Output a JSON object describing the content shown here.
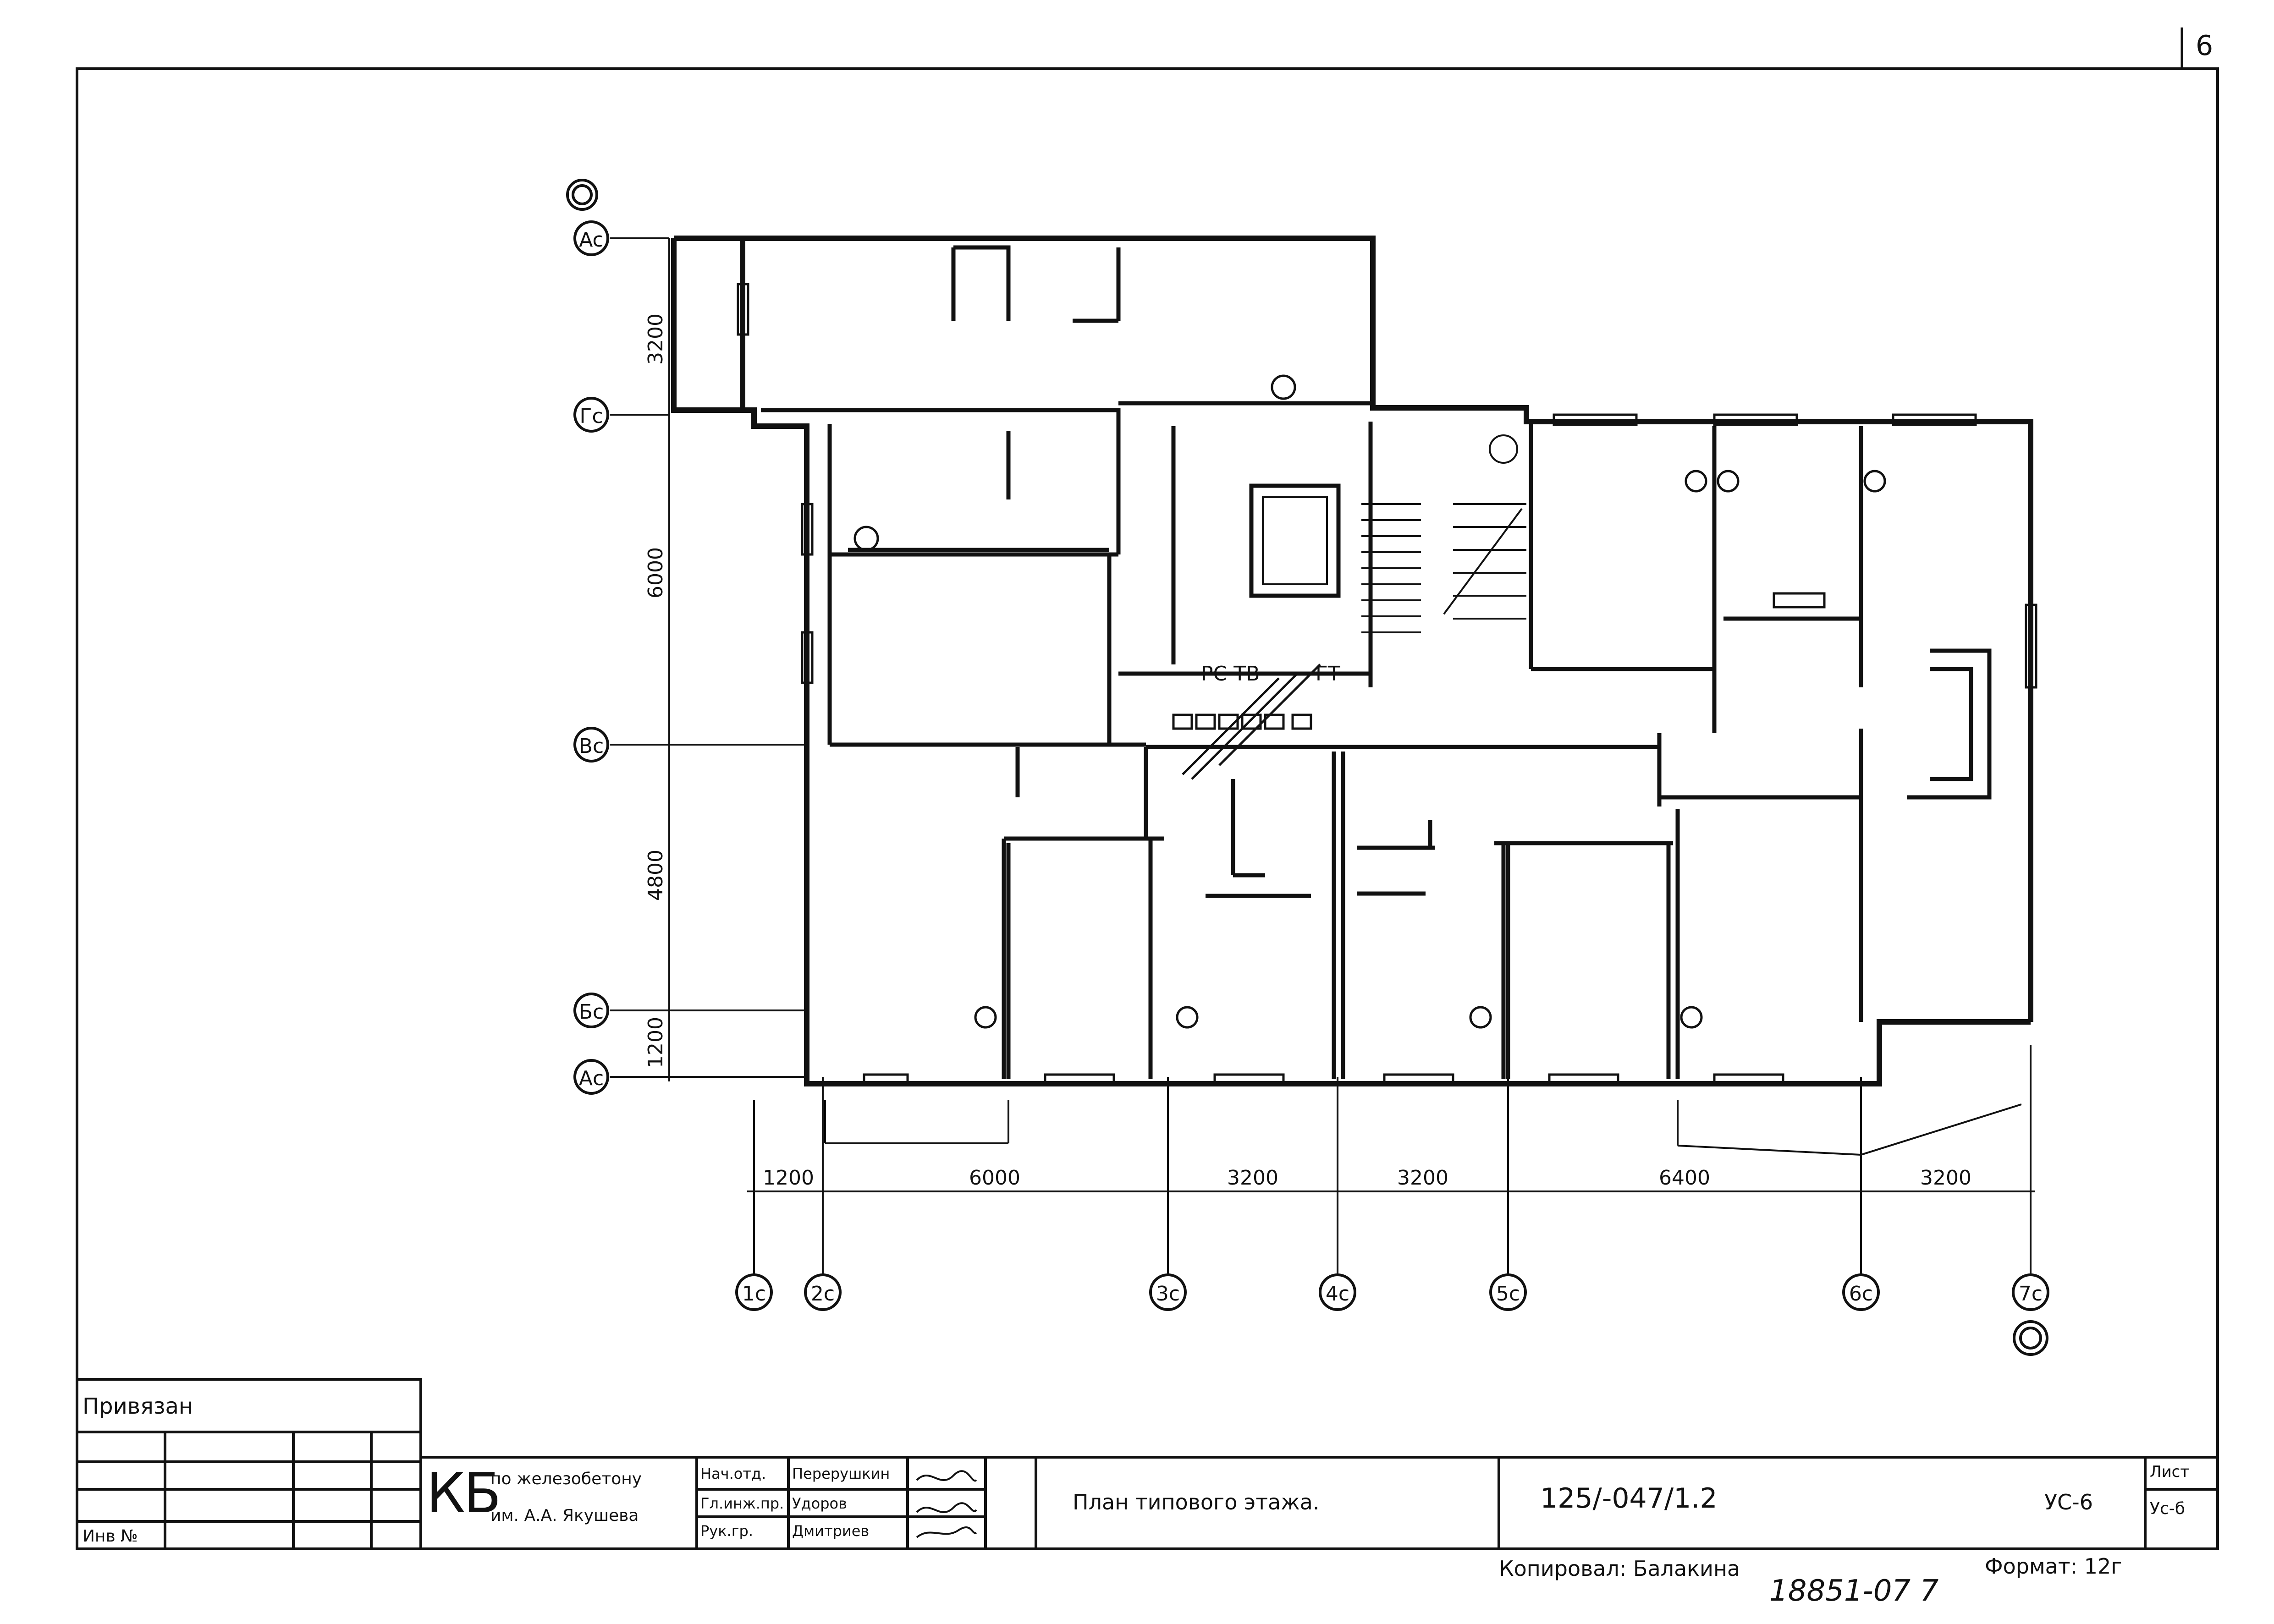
{
  "sheet": {
    "corner_number": "6",
    "stamp": "Привязан",
    "inv_label": "Инв №",
    "org_code": "КБ",
    "org_line1": "по железобетону",
    "org_line2": "им. А.А. Якушева",
    "roles": [
      "Нач.отд.",
      "Гл.инж.пр.",
      "Рук.гр."
    ],
    "names": [
      "Перерушкин",
      "Удоров",
      "Дмитриев"
    ],
    "title": "План типового этажа.",
    "doc_number": "125/-047/1.2",
    "stage": "УС-6",
    "sheet_label": "Лист",
    "sheet_value": "Ус-б",
    "copied_by": "Копировал: Балакина",
    "format": "Формат: 12г",
    "inventory_number": "18851-07  7"
  },
  "plan": {
    "row_axes": [
      "Ac",
      "Гс",
      "Вс",
      "Бс",
      "Ас"
    ],
    "column_axes": [
      "1с",
      "2с",
      "3с",
      "4с",
      "5с",
      "6с",
      "7с"
    ],
    "vertical_dims": [
      "3200",
      "6000",
      "4800",
      "1200"
    ],
    "horizontal_dims": [
      "1200",
      "6000",
      "3200",
      "3200",
      "6400",
      "3200"
    ],
    "shaft_labels": "РС ТВ",
    "shaft_labels_2": "ГТ"
  }
}
